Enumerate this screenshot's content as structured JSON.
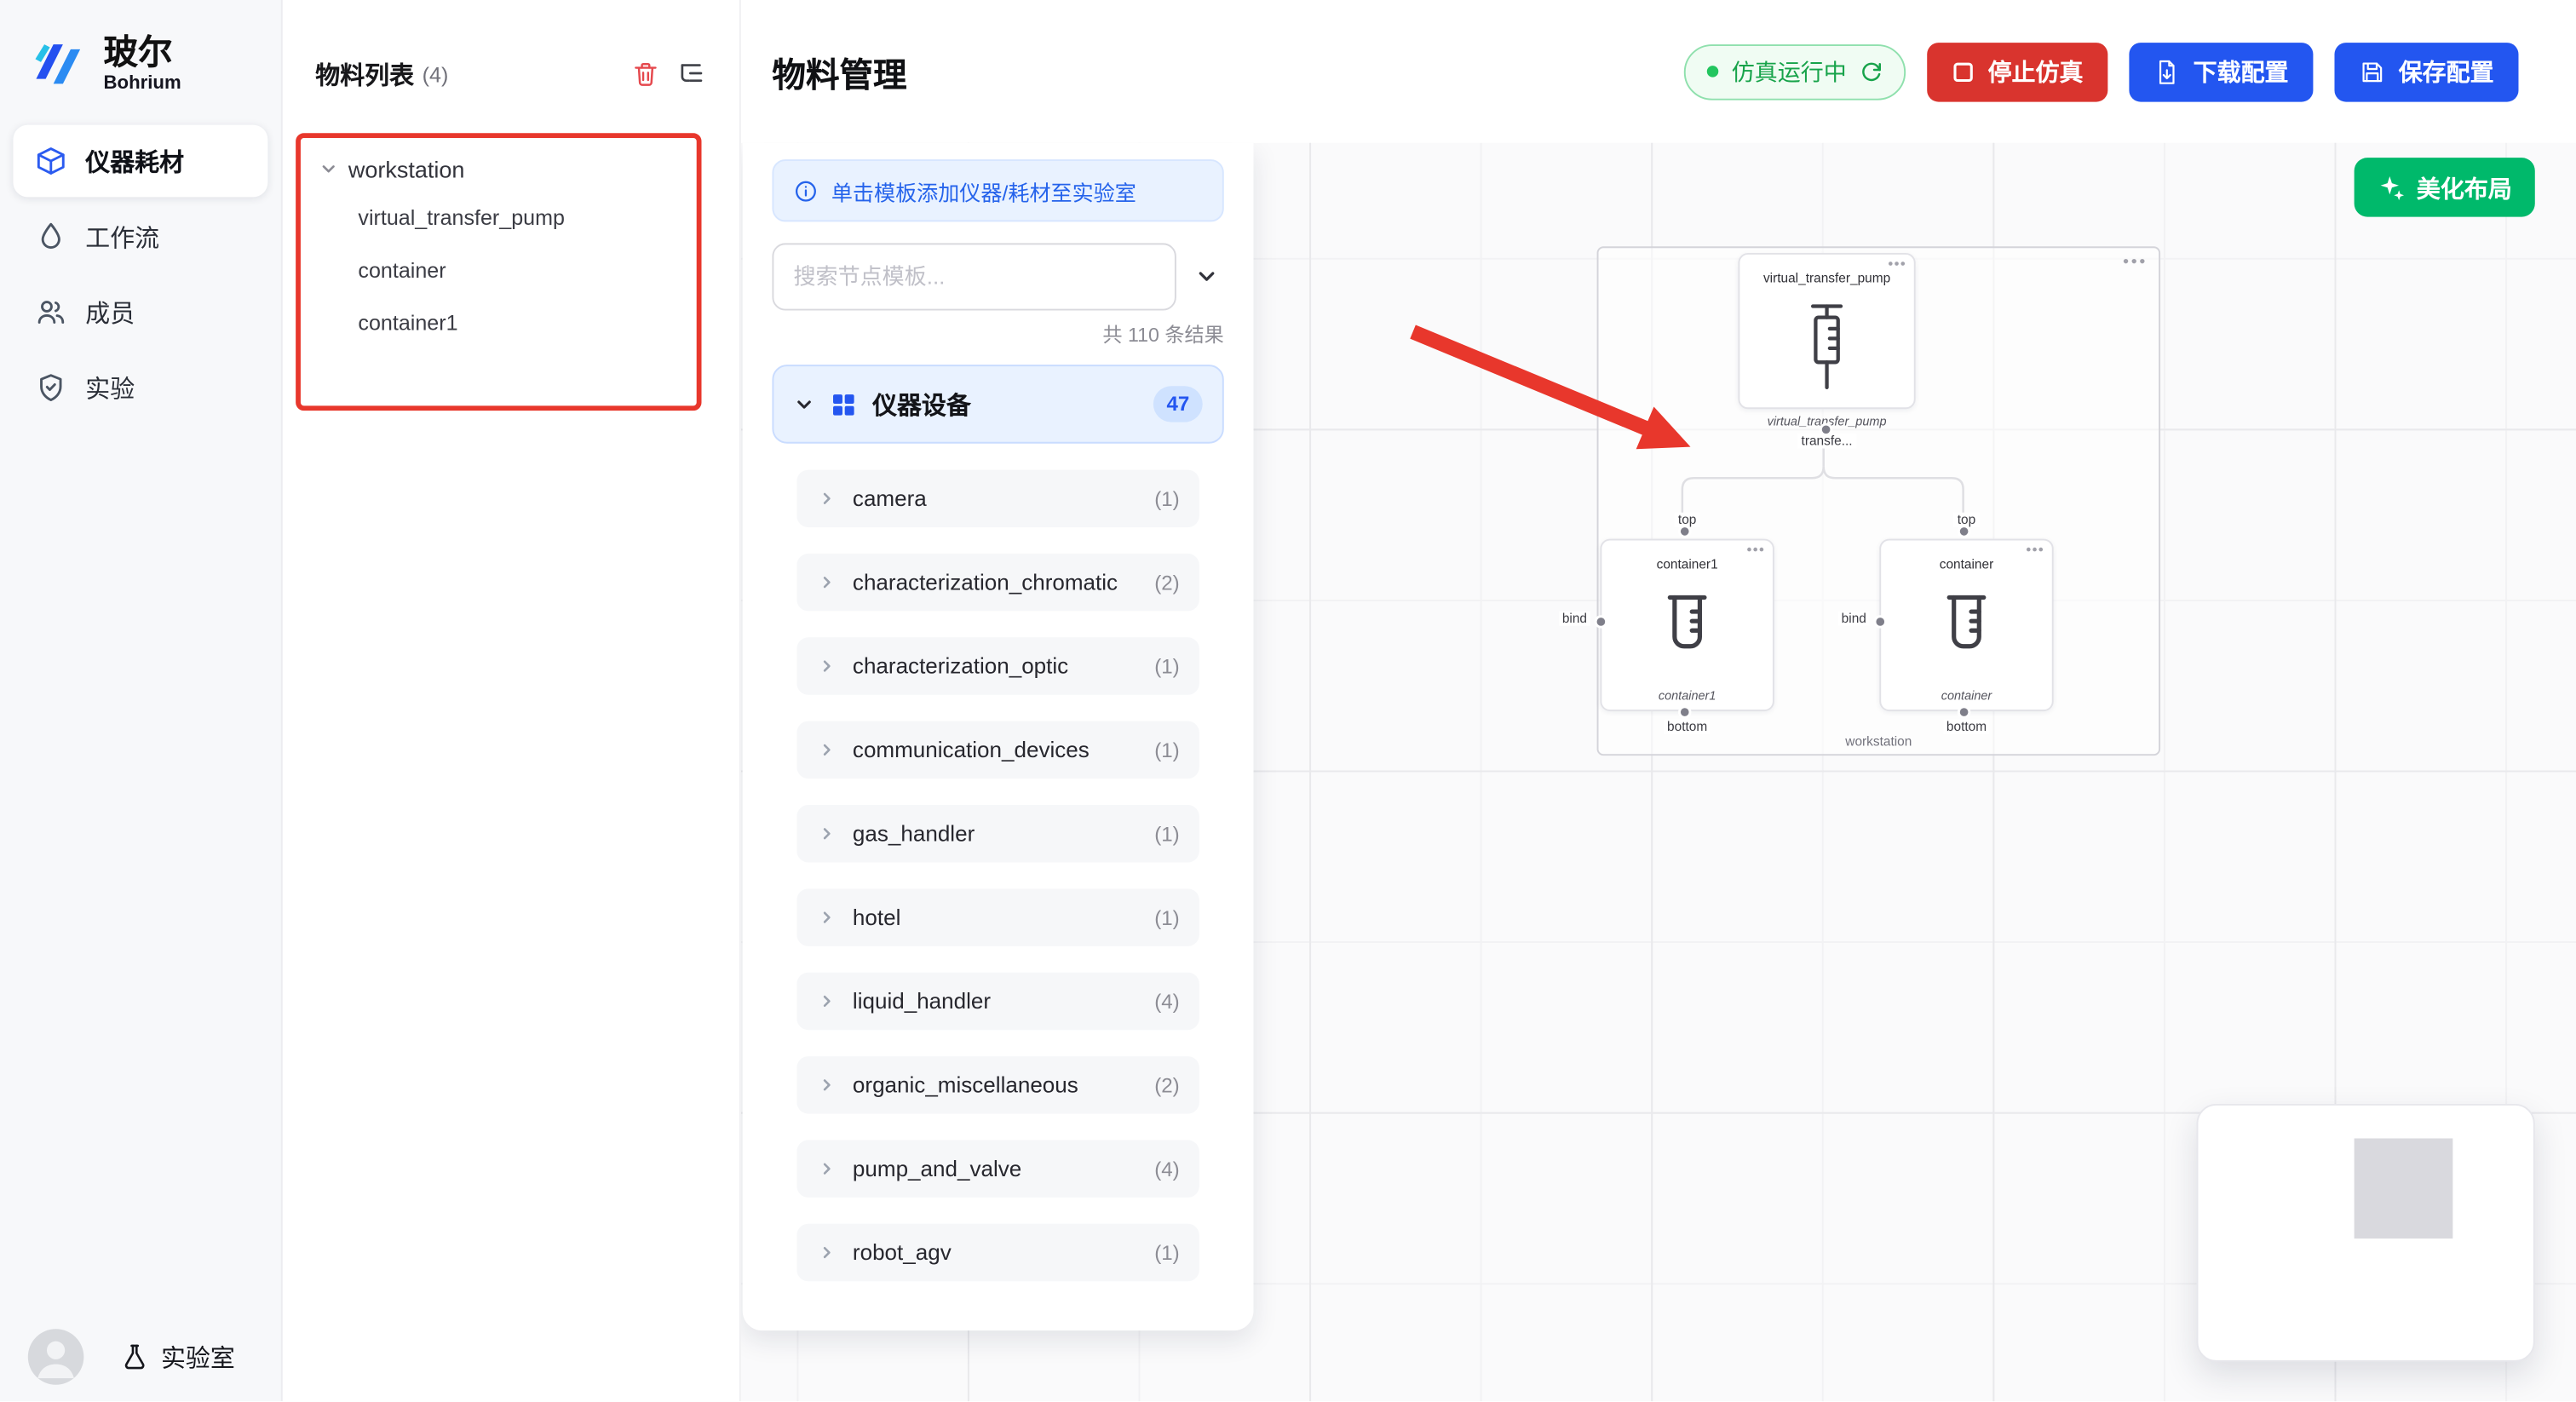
{
  "colors": {
    "primary_blue": "#2356f0",
    "danger_red": "#d9342e",
    "success_green": "#00b96b",
    "running_green": "#17a34a",
    "annotation_red": "#e8372c",
    "category_bg": "#e9f2ff",
    "badge_bg": "#cfe2ff"
  },
  "brand": {
    "name_cn": "玻尔",
    "name_en": "Bohrium"
  },
  "sidebar": {
    "items": [
      {
        "label": "仪器耗材",
        "active": true
      },
      {
        "label": "工作流"
      },
      {
        "label": "成员"
      },
      {
        "label": "实验"
      }
    ],
    "footer_label": "实验室"
  },
  "material_panel": {
    "title": "物料列表",
    "count": "(4)",
    "tree_root": "workstation",
    "tree_children": [
      "virtual_transfer_pump",
      "container",
      "container1"
    ]
  },
  "header": {
    "title": "物料管理",
    "status_running": "仿真运行中",
    "stop_button": "停止仿真",
    "download_button": "下载配置",
    "save_button": "保存配置"
  },
  "template_panel": {
    "info_banner": "单击模板添加仪器/耗材至实验室",
    "search_placeholder": "搜索节点模板...",
    "result_count": "共 110 条结果",
    "category": {
      "label": "仪器设备",
      "count": "47"
    },
    "items": [
      {
        "label": "camera",
        "count": "(1)"
      },
      {
        "label": "characterization_chromatic",
        "count": "(2)"
      },
      {
        "label": "characterization_optic",
        "count": "(1)"
      },
      {
        "label": "communication_devices",
        "count": "(1)"
      },
      {
        "label": "gas_handler",
        "count": "(1)"
      },
      {
        "label": "hotel",
        "count": "(1)"
      },
      {
        "label": "liquid_handler",
        "count": "(4)"
      },
      {
        "label": "organic_miscellaneous",
        "count": "(2)"
      },
      {
        "label": "pump_and_valve",
        "count": "(4)"
      },
      {
        "label": "robot_agv",
        "count": "(1)"
      }
    ]
  },
  "canvas": {
    "beautify_button": "美化布局",
    "group_label": "workstation",
    "pump": {
      "title": "virtual_transfer_pump",
      "caption": "virtual_transfer_pump",
      "port": "transfe..."
    },
    "container1": {
      "title": "container1",
      "caption": "container1",
      "top_port": "top",
      "bottom_port": "bottom",
      "bind_port": "bind"
    },
    "container": {
      "title": "container",
      "caption": "container",
      "top_port": "top",
      "bottom_port": "bottom",
      "bind_port": "bind"
    }
  }
}
